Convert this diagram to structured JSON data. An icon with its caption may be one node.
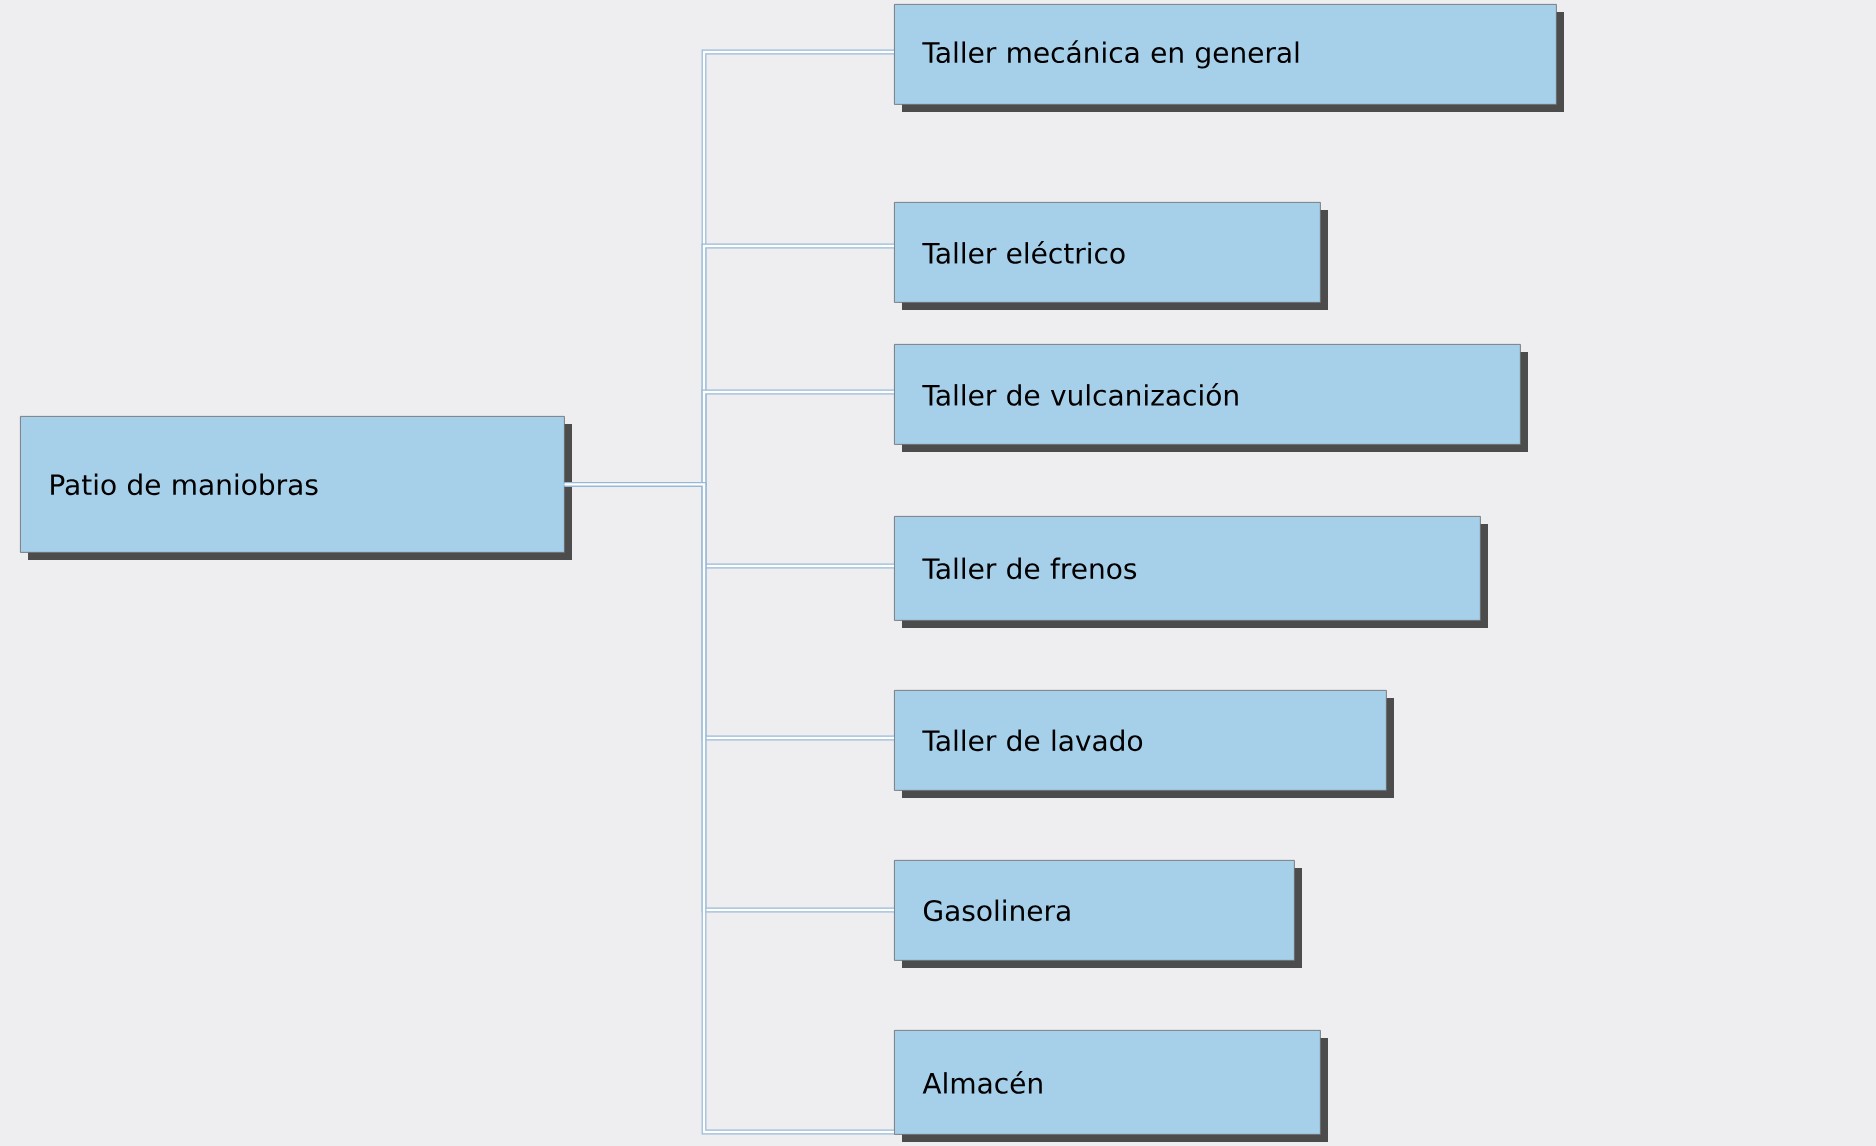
{
  "diagram": {
    "nodes": [
      {
        "text": [
          "Patio de maniobras"
        ]
      },
      {
        "text": [
          "Taller mecánica en general"
        ]
      },
      {
        "text": [
          "Taller eléctrico"
        ]
      },
      {
        "text": [
          "Taller de vulcanización"
        ]
      },
      {
        "text": [
          "Taller de frenos"
        ]
      },
      {
        "text": [
          "Taller de lavado"
        ]
      },
      {
        "text": [
          "Gasolinera"
        ]
      },
      {
        "text": [
          "Almacén"
        ]
      }
    ],
    "edges": [
      {
        "from": 0,
        "to": 1,
        "arrow": "none"
      },
      {
        "from": 0,
        "to": 2,
        "arrow": "none"
      },
      {
        "from": 0,
        "to": 3,
        "arrow": "none"
      },
      {
        "from": 0,
        "to": 4,
        "arrow": "none"
      },
      {
        "from": 0,
        "to": 5,
        "arrow": "none"
      },
      {
        "from": 0,
        "to": 6,
        "arrow": "none"
      },
      {
        "from": 0,
        "to": 7,
        "arrow": "none"
      }
    ]
  }
}
